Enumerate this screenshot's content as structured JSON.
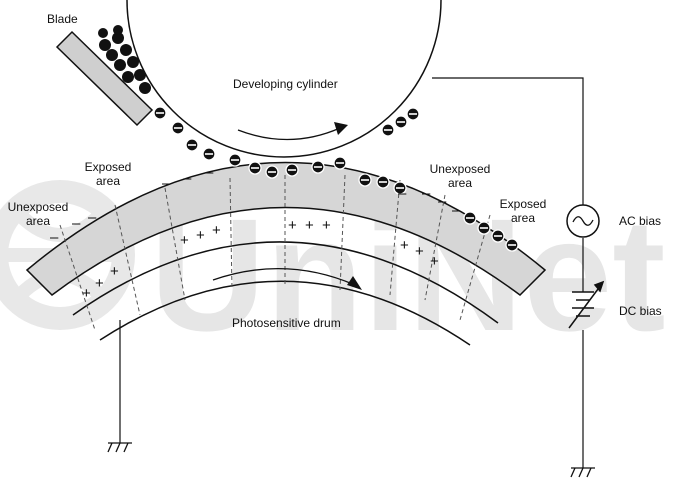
{
  "labels": {
    "blade": "Blade",
    "developing_cylinder": "Developing cylinder",
    "exposed_area_left": [
      "Exposed",
      "area"
    ],
    "unexposed_area_left": [
      "Unexposed",
      "area"
    ],
    "unexposed_area_right": [
      "Unexposed",
      "area"
    ],
    "exposed_area_right": [
      "Exposed",
      "area"
    ],
    "photosensitive_drum": "Photosensitive drum",
    "ac_bias": "AC bias",
    "dc_bias": "DC bias"
  },
  "watermark": "UniNet",
  "colors": {
    "line": "#111111",
    "drum_band": "#d6d6d6",
    "watermark": "#e6e6e6",
    "toner": "#111111"
  },
  "icons": {
    "ground": "ground-symbol-icon",
    "ac_source": "ac-source-icon",
    "dc_source": "variable-dc-source-icon"
  }
}
